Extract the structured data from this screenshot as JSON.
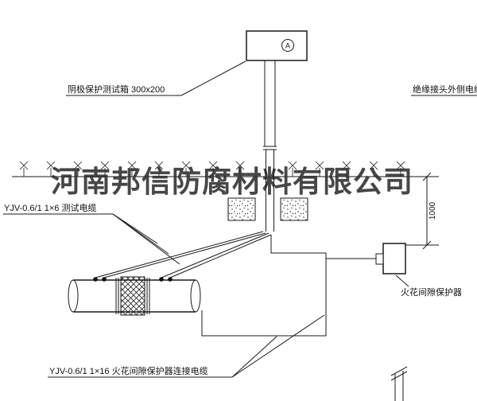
{
  "diagram": {
    "watermark": "河南邦信防腐材料有限公司",
    "ammeter_symbol": "A",
    "labels": {
      "test_box": "阴极保护测试箱 300x200",
      "outer_cable": "绝缘接头外侧电缆",
      "test_cable": "YJV-0.6/1 1×6  测试电缆",
      "spark_protector": "火花间隙保护器",
      "spark_cable": "YJV-0.6/1 1×16  火花间隙保护器连接电缆",
      "dimension_1000": "1000"
    },
    "colors": {
      "line": "#1a1a1a",
      "background": "#ffffff",
      "watermark": "#2e2e2e"
    }
  }
}
